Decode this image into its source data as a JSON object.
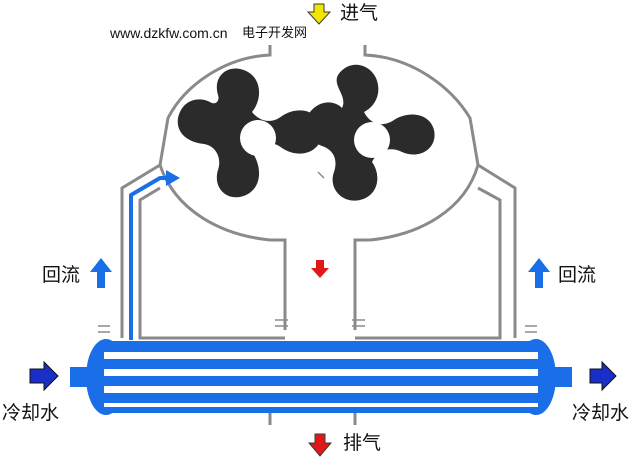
{
  "watermark": {
    "url": "www.dzkfw.com.cn",
    "site_name": "电子开发网"
  },
  "labels": {
    "intake": "进气",
    "exhaust": "排气",
    "return_left": "回流",
    "return_right": "回流",
    "coolant_left": "冷却水",
    "coolant_right": "冷却水"
  },
  "icons": {
    "intake_arrow": "arrow-down-icon",
    "exhaust_arrow": "arrow-down-icon",
    "center_flow_arrow": "arrow-down-icon",
    "return_arrows": "arrow-up-icon",
    "coolant_arrows": "arrow-right-icon"
  },
  "colors": {
    "rotor": "#2b2b2b",
    "housing": "#8a8a8a",
    "cooler": "#1a6fe8",
    "return_flow": "#1a6fe8",
    "coolant_arrow": "#1a2fc8",
    "intake_arrow": "#f2e600",
    "exhaust_arrow": "#e01818"
  }
}
